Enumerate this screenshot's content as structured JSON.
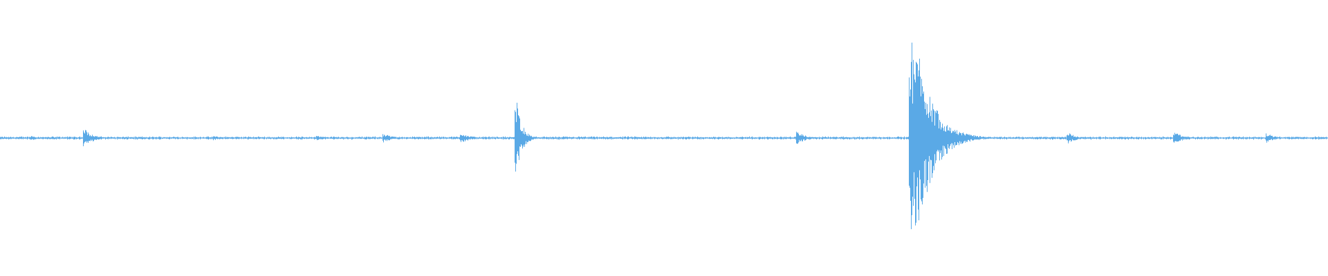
{
  "waveform": {
    "color": "#5aa9e6",
    "duration_fraction_note": "",
    "peaks": [
      {
        "t": 0.0235,
        "amp": 0.02
      },
      {
        "t": 0.063,
        "amp": 0.09
      },
      {
        "t": 0.161,
        "amp": 0.02
      },
      {
        "t": 0.239,
        "amp": 0.02
      },
      {
        "t": 0.289,
        "amp": 0.04
      },
      {
        "t": 0.347,
        "amp": 0.05
      },
      {
        "t": 0.388,
        "amp": 0.42
      },
      {
        "t": 0.39,
        "amp": 0.07
      },
      {
        "t": 0.6,
        "amp": 0.06
      },
      {
        "t": 0.685,
        "amp": 0.95
      },
      {
        "t": 0.69,
        "amp": 0.85
      },
      {
        "t": 0.696,
        "amp": 0.55
      },
      {
        "t": 0.704,
        "amp": 0.25
      },
      {
        "t": 0.712,
        "amp": 0.08
      },
      {
        "t": 0.804,
        "amp": 0.05
      },
      {
        "t": 0.884,
        "amp": 0.06
      },
      {
        "t": 0.954,
        "amp": 0.04
      }
    ],
    "noise_floor": 0.01
  }
}
